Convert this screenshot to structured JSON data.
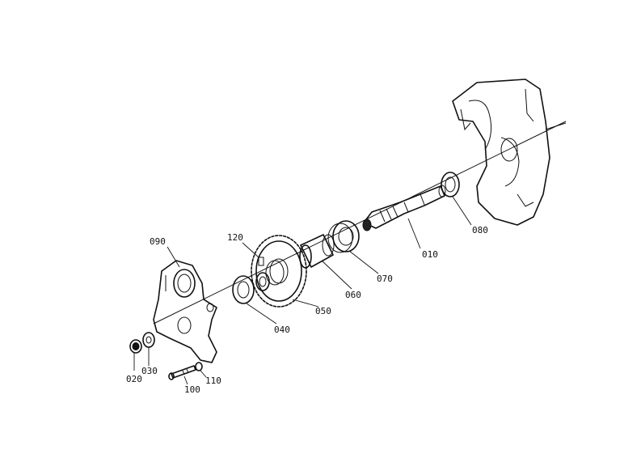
{
  "callouts": {
    "p010": "010",
    "p020": "020",
    "p030": "030",
    "p040": "040",
    "p050": "050",
    "p060": "060",
    "p070": "070",
    "p080": "080",
    "p090": "090",
    "p100": "100",
    "p110": "110",
    "p120": "120"
  },
  "colors": {
    "line": "#111111",
    "background": "#ffffff"
  }
}
